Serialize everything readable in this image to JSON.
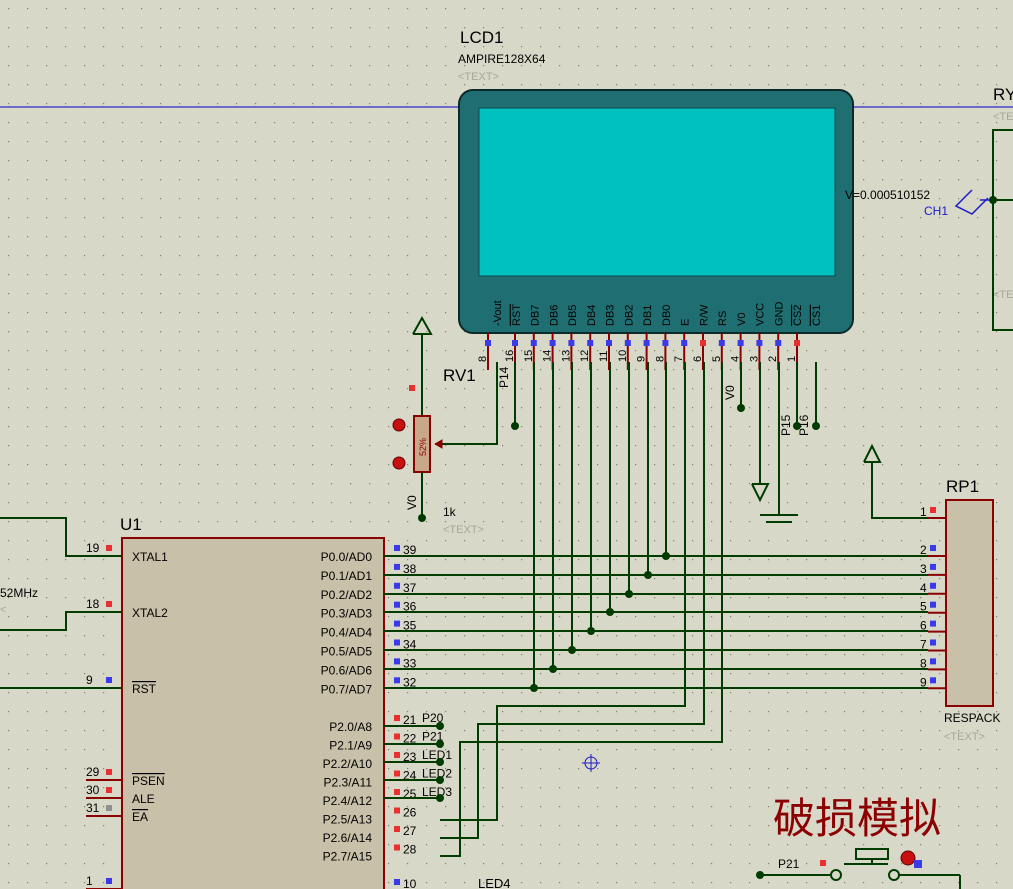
{
  "lcd": {
    "ref": "LCD1",
    "part": "AMPIRE128X64",
    "text_placeholder": "<TEXT>",
    "pin_names": [
      "-Vout",
      "RST",
      "DB7",
      "DB6",
      "DB5",
      "DB4",
      "DB3",
      "DB2",
      "DB1",
      "DB0",
      "E",
      "R/W",
      "RS",
      "V0",
      "VCC",
      "GND",
      "CS2",
      "CS1"
    ],
    "pin_numbers": [
      "8",
      "16",
      "15",
      "14",
      "13",
      "12",
      "11",
      "10",
      "9",
      "8",
      "7",
      "6",
      "5",
      "4",
      "3",
      "2",
      "1"
    ],
    "net_p14": "P14",
    "net_v0": "V0",
    "net_p15": "P15",
    "net_p16": "P16"
  },
  "probe": {
    "value": "V=0.000510152",
    "name": "CH1"
  },
  "ry": {
    "ref": "RY",
    "text_placeholder": "<TE",
    "text_placeholder2": "<TE"
  },
  "rv1": {
    "ref": "RV1",
    "percent": "52%",
    "value": "1k",
    "text_placeholder": "<TEXT>",
    "net_v0": "V0"
  },
  "u1": {
    "ref": "U1",
    "left_pins": [
      {
        "num": "19",
        "name": "XTAL1"
      },
      {
        "num": "18",
        "name": "XTAL2"
      },
      {
        "num": "9",
        "name": "RST"
      },
      {
        "num": "29",
        "name": "PSEN"
      },
      {
        "num": "30",
        "name": "ALE"
      },
      {
        "num": "31",
        "name": "EA"
      },
      {
        "num": "1",
        "name": ""
      }
    ],
    "port0": [
      {
        "num": "39",
        "name": "P0.0/AD0"
      },
      {
        "num": "38",
        "name": "P0.1/AD1"
      },
      {
        "num": "37",
        "name": "P0.2/AD2"
      },
      {
        "num": "36",
        "name": "P0.3/AD3"
      },
      {
        "num": "35",
        "name": "P0.4/AD4"
      },
      {
        "num": "34",
        "name": "P0.5/AD5"
      },
      {
        "num": "33",
        "name": "P0.6/AD6"
      },
      {
        "num": "32",
        "name": "P0.7/AD7"
      }
    ],
    "port2": [
      {
        "num": "21",
        "name": "P2.0/A8",
        "net": "P20"
      },
      {
        "num": "22",
        "name": "P2.1/A9",
        "net": "P21"
      },
      {
        "num": "23",
        "name": "P2.2/A10",
        "net": "LED1"
      },
      {
        "num": "24",
        "name": "P2.3/A11",
        "net": "LED2"
      },
      {
        "num": "25",
        "name": "P2.4/A12",
        "net": "LED3"
      },
      {
        "num": "26",
        "name": "P2.5/A13",
        "net": ""
      },
      {
        "num": "27",
        "name": "P2.6/A14",
        "net": ""
      },
      {
        "num": "28",
        "name": "P2.7/A15",
        "net": ""
      }
    ],
    "bottom_pin": "10"
  },
  "crystal_label": "52MHz",
  "crystal_text": "<",
  "led4": "LED4",
  "rp1": {
    "ref": "RP1",
    "part": "RESPACK",
    "text_placeholder": "<TEXT>",
    "pins": [
      "1",
      "2",
      "3",
      "4",
      "5",
      "6",
      "7",
      "8",
      "9"
    ]
  },
  "button": {
    "net": "P21"
  },
  "annotation": "破损模拟",
  "colors": {
    "background": "#d8d8c8",
    "wire": "#003c00",
    "component_outline": "#8b0000",
    "pin": "#8b0000",
    "lcd_body": "#1f6f72",
    "lcd_screen": "#00c0c0",
    "ic_body": "#c8c0a8",
    "bus": "#0000c8",
    "annotation": "#8b0000"
  }
}
